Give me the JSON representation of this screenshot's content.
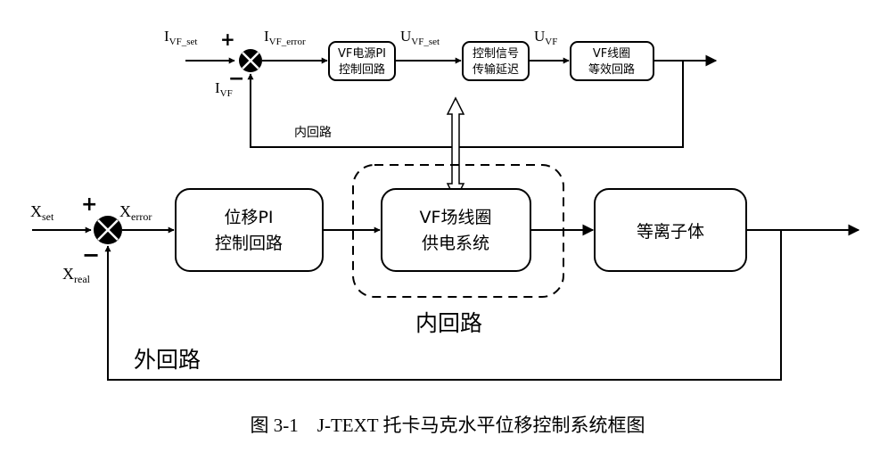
{
  "inner_loop_small": {
    "input_main": "I",
    "input_sub": "VF_set",
    "plus_sign": "+",
    "minus_sign": "−",
    "feedback_main": "I",
    "feedback_sub": "VF",
    "error_main": "I",
    "error_sub": "VF_error",
    "block1_line1": "VF电源PI",
    "block1_line2": "控制回路",
    "mid_signal_main": "U",
    "mid_signal_sub": "VF_set",
    "block2_line1": "控制信号",
    "block2_line2": "传输延迟",
    "out_signal_main": "U",
    "out_signal_sub": "VF",
    "block3_line1": "VF线圈",
    "block3_line2": "等效回路",
    "loop_label": "内回路"
  },
  "outer_loop": {
    "input_main": "X",
    "input_sub": "set",
    "plus_sign": "+",
    "minus_sign": "−",
    "feedback_main": "X",
    "feedback_sub": "real",
    "error_main": "X",
    "error_sub": "error",
    "block1_line1": "位移PI",
    "block1_line2": "控制回路",
    "block2_line1": "VF场线圈",
    "block2_line2": "供电系统",
    "block3_label": "等离子体",
    "inner_group_label": "内回路",
    "loop_label": "外回路"
  },
  "caption": "图 3-1    J-TEXT 托卡马克水平位移控制系统框图"
}
